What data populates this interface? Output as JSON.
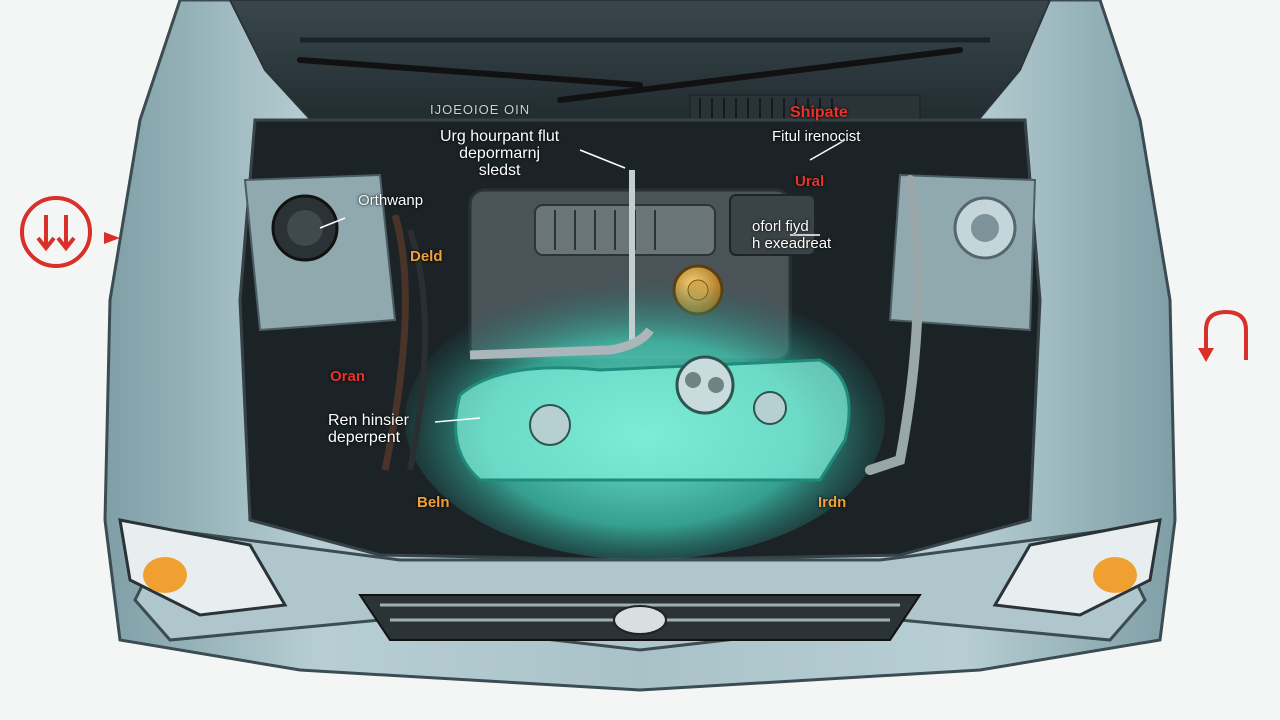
{
  "labels": {
    "header_center": "Urg hourpant flut\ndepormarnj\nsledst",
    "top_right_red": "Shipate",
    "top_right_white": "Fitul irenocist",
    "mid_right_red": "Ural",
    "mid_right_white": "oforl fiyd\nh exeadreat",
    "left_upper_white": "Orthwanp",
    "left_orange": "Deld",
    "left_red": "Oran",
    "left_lower_white": "Ren hinsier\ndeperpent",
    "bottom_left_orange": "Beln",
    "bottom_right_orange": "Irdn",
    "hood_engraving": "IJOEOIOE OIN"
  },
  "icons": {
    "left": "down-arrows-circle-icon",
    "right": "u-turn-arrow-icon"
  },
  "colors": {
    "body": "#a9c2c8",
    "coolant": "#5fe0c8",
    "red_callout": "#e8332c",
    "orange_callout": "#f2a13a"
  }
}
